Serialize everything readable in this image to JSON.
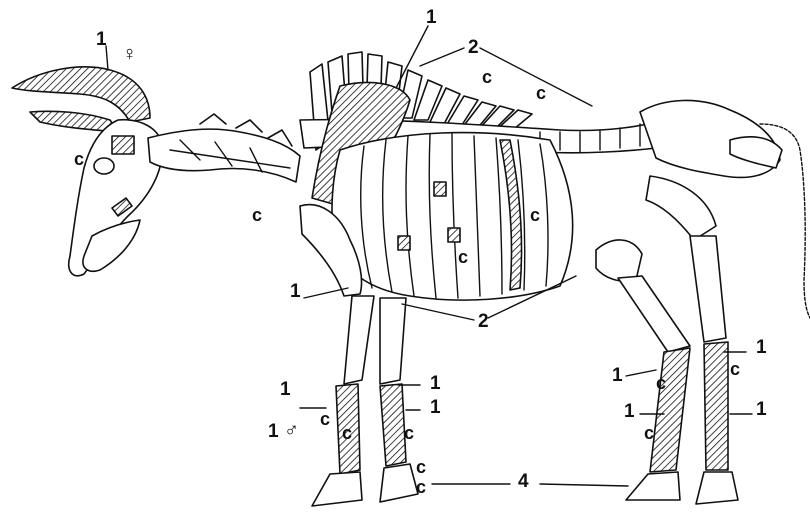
{
  "labels": {
    "one": "1",
    "two": "2",
    "four": "4",
    "c": "c",
    "female": "♀",
    "male": "♂",
    "one_male": "1"
  }
}
